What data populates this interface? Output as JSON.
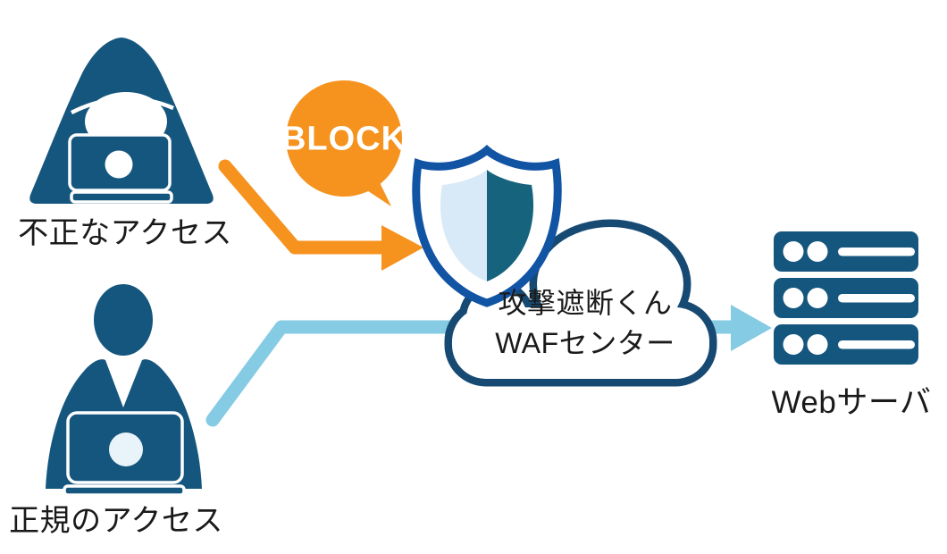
{
  "diagram": {
    "labels": {
      "attacker": "不正なアクセス",
      "legit_user": "正規のアクセス",
      "block": "BLOCK",
      "cloud_line1": "攻撃遮断くん",
      "cloud_line2": "WAFセンター",
      "server": "Webサーバ"
    },
    "colors": {
      "icon_blue": "#15567E",
      "cloud_outline": "#174A73",
      "shield_outline": "#1254A4",
      "shield_light": "#D8E9F7",
      "shield_dark": "#16637E",
      "block_orange": "#F6921E",
      "allow_blue": "#85CBE3",
      "laptop_logo_light": "#E9F3FA",
      "text_color": "#1A1A1A"
    },
    "flows": [
      {
        "from": "不正なアクセス",
        "to": "攻撃遮断くん WAFセンター",
        "result": "BLOCK"
      },
      {
        "from": "正規のアクセス",
        "via": "攻撃遮断くん WAFセンター",
        "to": "Webサーバ"
      }
    ]
  }
}
